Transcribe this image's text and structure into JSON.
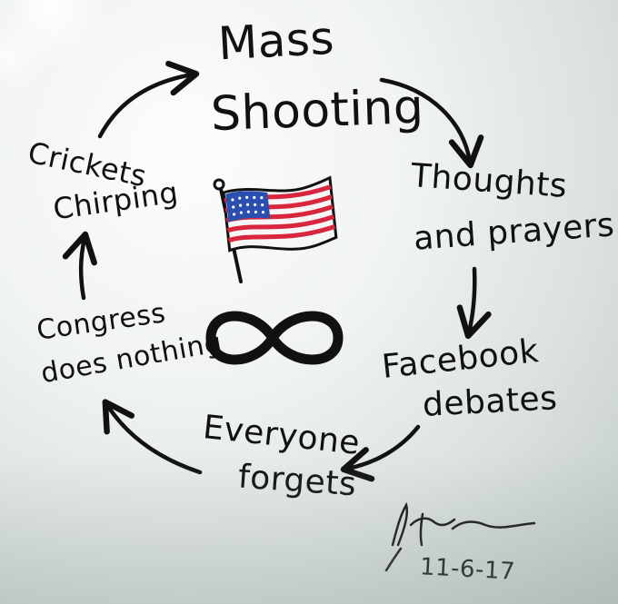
{
  "cycle": {
    "step_mass": "Mass",
    "step_shooting": "Shooting",
    "step_thoughts": "Thoughts",
    "step_and_prayers": "and prayers",
    "step_facebook": "Facebook",
    "step_debates": "debates",
    "step_everyone": "Everyone",
    "step_forgets": "forgets",
    "step_congress": "Congress",
    "step_does_nothing": "does nothing",
    "step_crickets": "Crickets",
    "step_chirping": "Chirping"
  },
  "center": {
    "flag_icon": "american-flag-icon",
    "infinity_icon": "infinity-icon"
  },
  "signature": {
    "date": "11-6-17"
  },
  "colors": {
    "ink": "#111111",
    "flag_red": "#d7263d",
    "flag_blue": "#2b4fb0",
    "board": "#eef2f1"
  }
}
